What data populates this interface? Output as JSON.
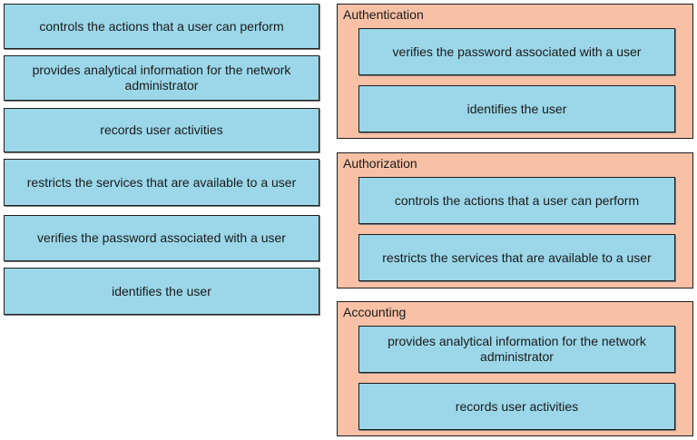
{
  "source_items": [
    "controls the actions that a user can perform",
    "provides analytical information for the network administrator",
    "records user activities",
    "restricts the services that are available to a user",
    "verifies the password associated with a user",
    "identifies the user"
  ],
  "targets": [
    {
      "title": "Authentication",
      "items": [
        "verifies the password associated with a user",
        "identifies the user"
      ]
    },
    {
      "title": "Authorization",
      "items": [
        "controls the actions that a user can perform",
        "restricts the services that are available to a user"
      ]
    },
    {
      "title": "Accounting",
      "items": [
        "provides analytical information for the network administrator",
        "records user activities"
      ]
    }
  ],
  "colors": {
    "item_fill": "#9bd7e9",
    "target_fill": "#f8c1a6",
    "border": "#1d1d1d"
  }
}
